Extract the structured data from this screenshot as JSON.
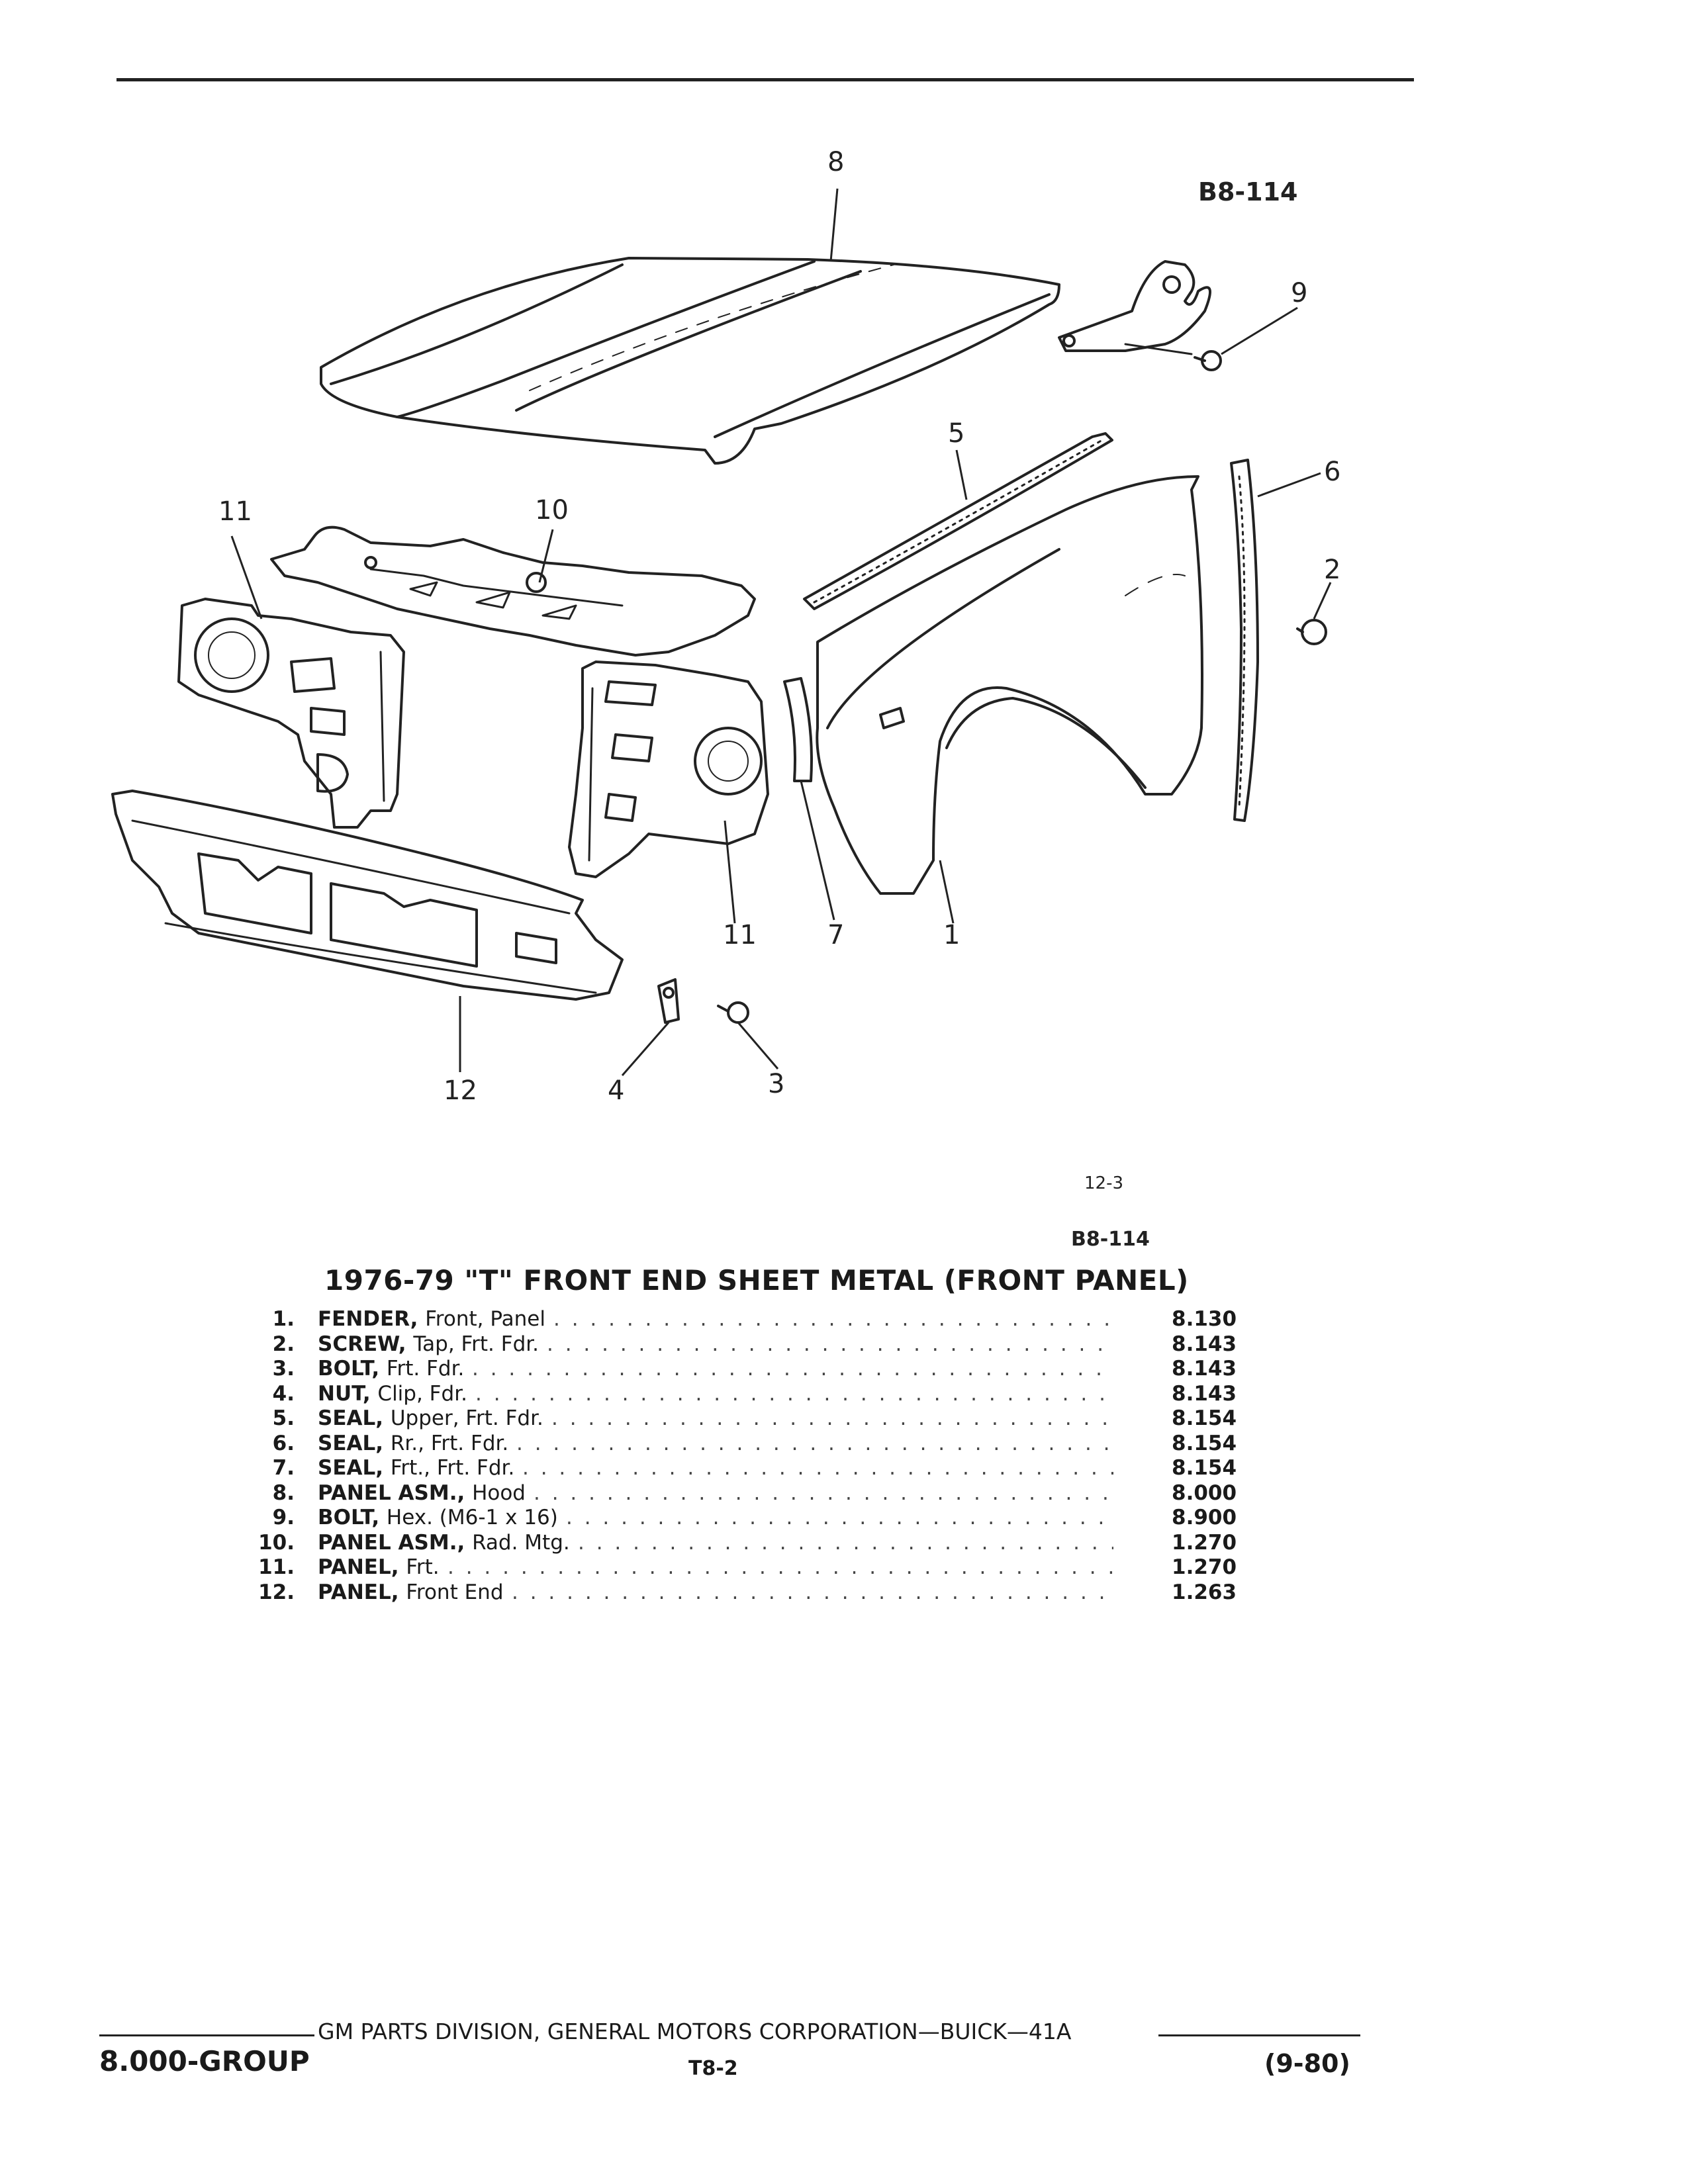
{
  "figure": {
    "code_top": "B8-114",
    "code_bottom": "B8-114",
    "sub_ref": "12-3",
    "callouts": [
      "8",
      "9",
      "5",
      "6",
      "11",
      "10",
      "2",
      "11",
      "7",
      "1",
      "12",
      "4",
      "3"
    ]
  },
  "title": "1976-79 \"T\" FRONT END SHEET METAL (FRONT PANEL)",
  "parts": [
    {
      "num": "1.",
      "name": "FENDER,",
      "desc": "Front, Panel",
      "ref": "8.130"
    },
    {
      "num": "2.",
      "name": "SCREW,",
      "desc": "Tap, Frt. Fdr.",
      "ref": "8.143"
    },
    {
      "num": "3.",
      "name": "BOLT,",
      "desc": "Frt. Fdr.",
      "ref": "8.143"
    },
    {
      "num": "4.",
      "name": "NUT,",
      "desc": "Clip, Fdr.",
      "ref": "8.143"
    },
    {
      "num": "5.",
      "name": "SEAL,",
      "desc": "Upper, Frt. Fdr.",
      "ref": "8.154"
    },
    {
      "num": "6.",
      "name": "SEAL,",
      "desc": "Rr., Frt. Fdr.",
      "ref": "8.154"
    },
    {
      "num": "7.",
      "name": "SEAL,",
      "desc": "Frt., Frt. Fdr.",
      "ref": "8.154"
    },
    {
      "num": "8.",
      "name": "PANEL ASM.,",
      "desc": "Hood",
      "ref": "8.000"
    },
    {
      "num": "9.",
      "name": "BOLT,",
      "desc": "Hex. (M6-1 x 16)",
      "ref": "8.900"
    },
    {
      "num": "10.",
      "name": "PANEL ASM.,",
      "desc": "Rad. Mtg.",
      "ref": "1.270"
    },
    {
      "num": "11.",
      "name": "PANEL,",
      "desc": "Frt.",
      "ref": "1.270"
    },
    {
      "num": "12.",
      "name": "PANEL,",
      "desc": "Front End",
      "ref": "1.263"
    }
  ],
  "footer": {
    "line": "GM PARTS DIVISION, GENERAL MOTORS CORPORATION—BUICK—41A",
    "group": "8.000-GROUP",
    "page": "T8-2",
    "date": "(9-80)"
  }
}
